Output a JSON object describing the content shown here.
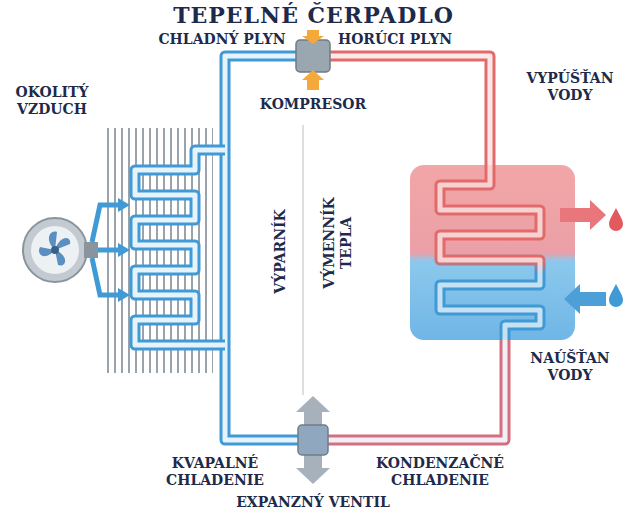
{
  "diagram": {
    "title": "TEPELNÉ ČERPADLO",
    "labels": [
      "CHLADNÝ PLYN",
      "HORÚCI PLYN",
      "OKOLITÝ VZDUCH",
      "VYPÚŠŤAN VODY",
      "KOMPRESOR",
      "VÝPARNÍK",
      "VÝMENNÍK TEPLA",
      "NAÚŠŤAN VODY",
      "KVAPALNÉ CHLADENIE",
      "KONDENZAČNÉ CHLADENIE",
      "EXPANZNÝ VENTIL"
    ]
  }
}
